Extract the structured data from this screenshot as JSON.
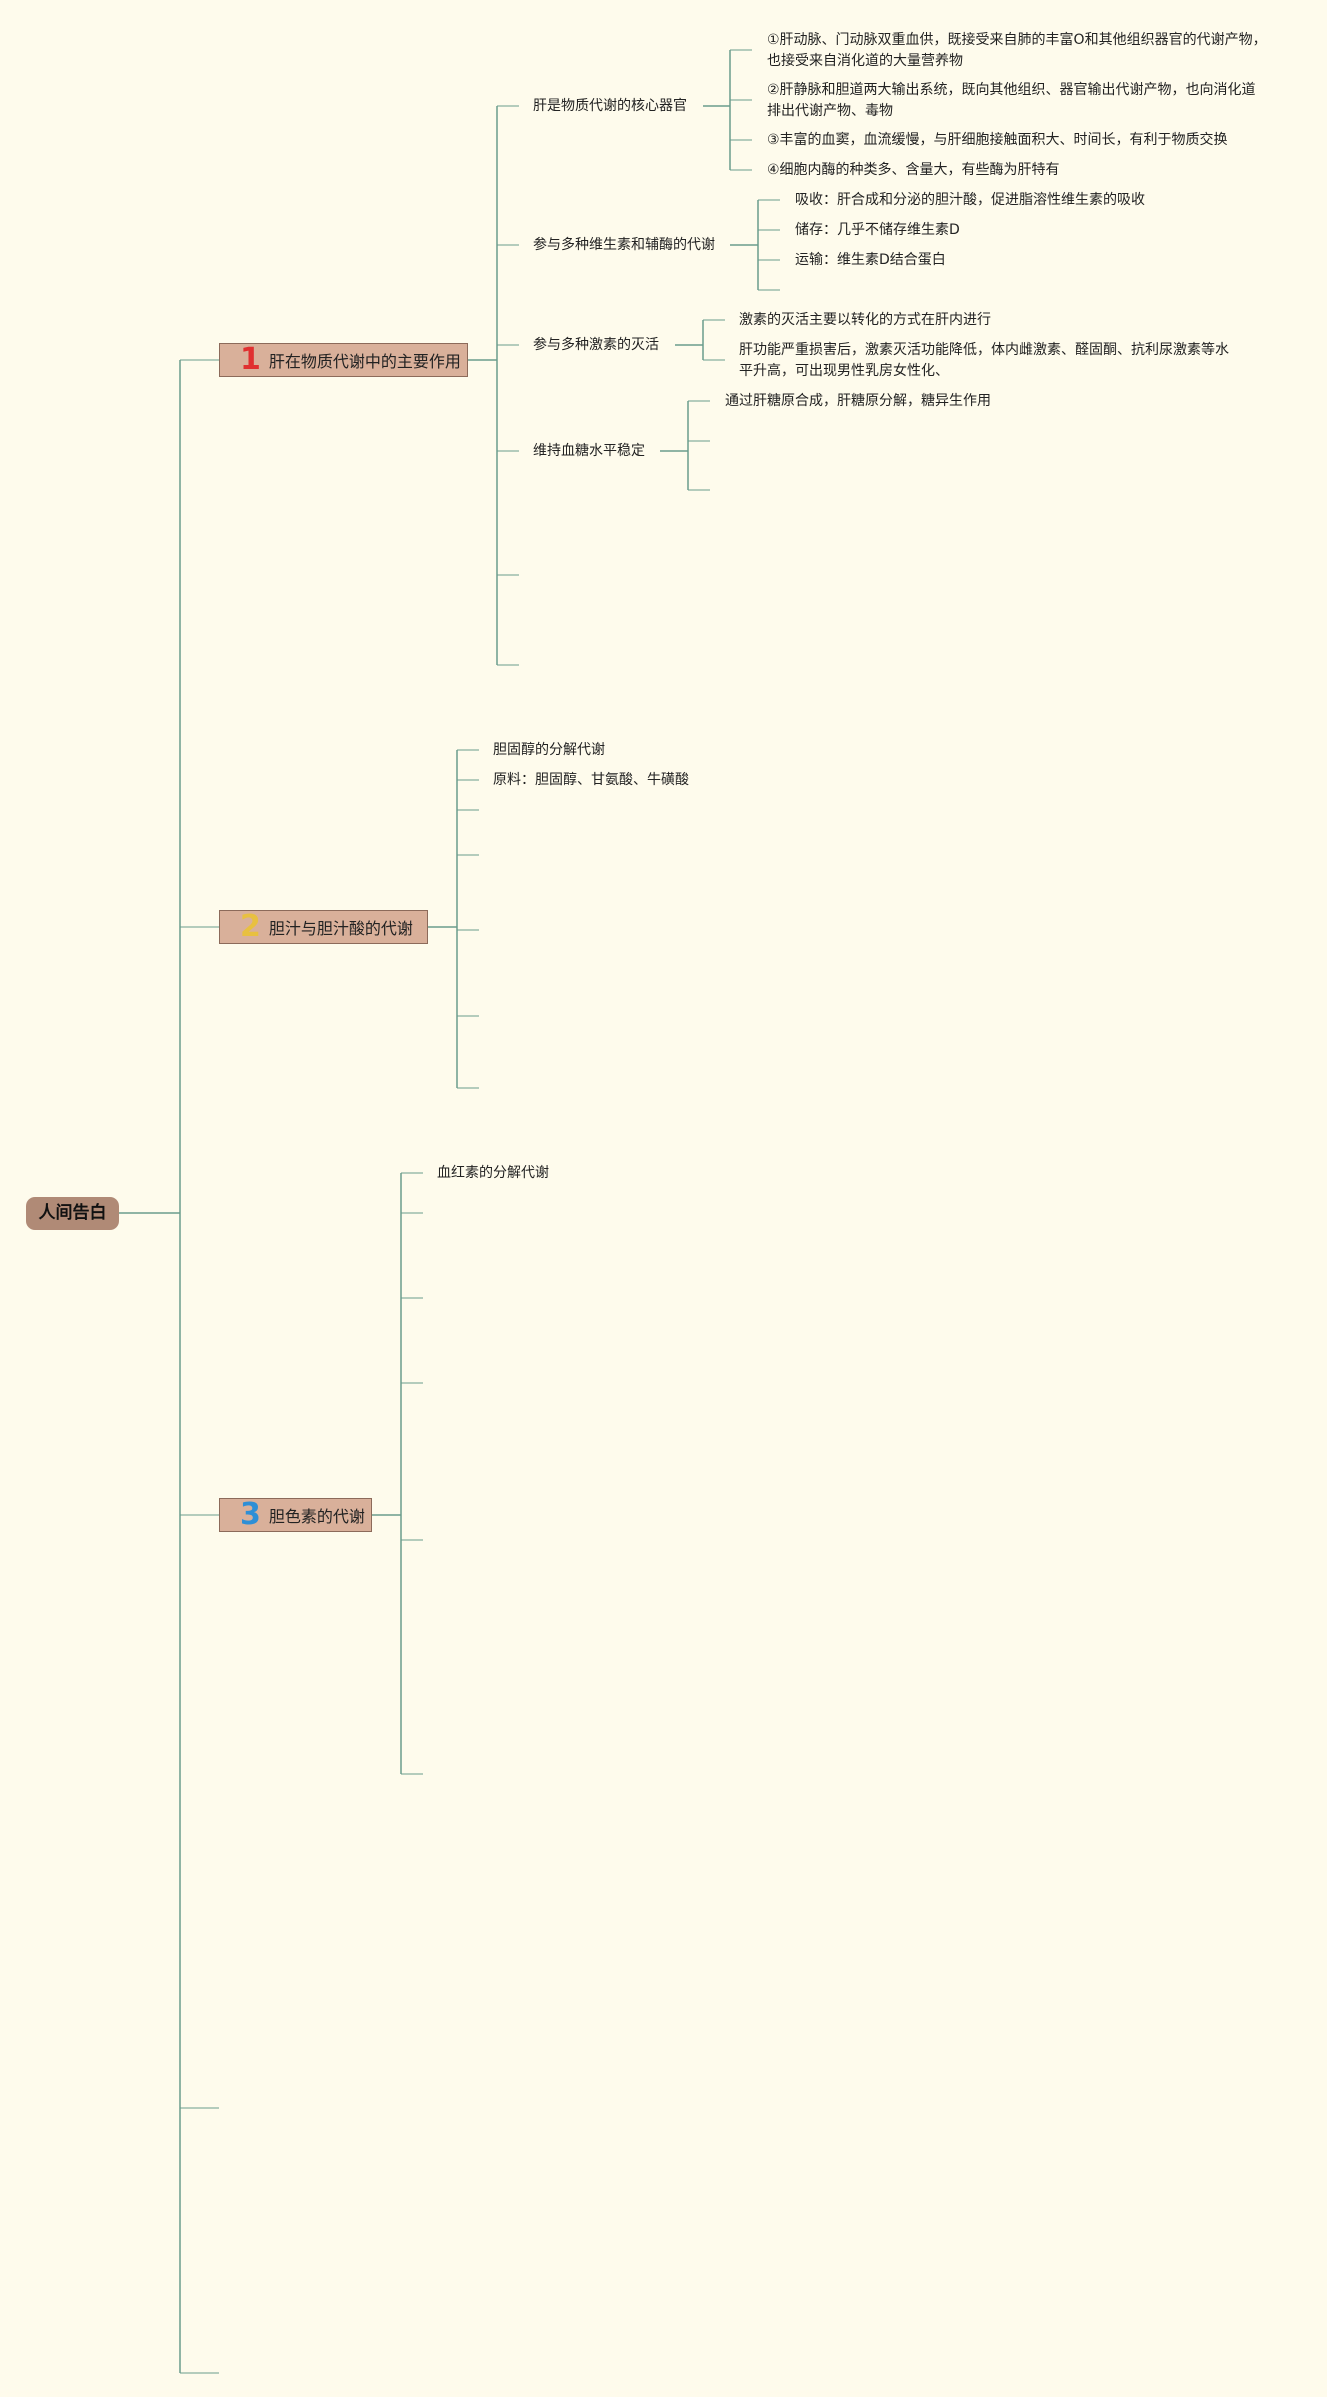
{
  "root": {
    "label": "人间告白"
  },
  "colors": {
    "line": "#6a9c8c",
    "root_fill": "#b08a76",
    "branch_fill": "#d9b09a",
    "background": "#fefbec",
    "num1": "#e03030",
    "num2": "#e8c040",
    "num3": "#2e8fd6"
  },
  "branch1": {
    "num": "1",
    "label": "肝在物质代谢中的主要作用",
    "subs": {
      "s1": {
        "label": "肝是物质代谢的核心器官",
        "items": [
          "①肝动脉、门动脉双重血供，既接受来自肺的丰富O和其他组织器官的代谢产物，也接受来自消化道的大量营养物",
          "②肝静脉和胆道两大输出系统，既向其他组织、器官输出代谢产物，也向消化道排出代谢产物、毒物",
          "③丰富的血窦，血流缓慢，与肝细胞接触面积大、时间长，有利于物质交换",
          "④细胞内酶的种类多、含量大，有些酶为肝特有"
        ]
      },
      "s2": {
        "label": "参与多种维生素和辅酶的代谢",
        "items": [
          "吸收：肝合成和分泌的胆汁酸，促进脂溶性维生素的吸收",
          "储存：几乎不储存维生素D",
          "运输：维生素D结合蛋白"
        ]
      },
      "s3": {
        "label": "参与多种激素的灭活",
        "items": [
          "激素的灭活主要以转化的方式在肝内进行",
          "肝功能严重损害后，激素灭活功能降低，体内雌激素、醛固酮、抗利尿激素等水平升高，可出现男性乳房女性化、"
        ]
      },
      "s4": {
        "label": "维持血糖水平稳定",
        "items": [
          "通过肝糖原合成，肝糖原分解，糖异生作用"
        ]
      }
    }
  },
  "branch2": {
    "num": "2",
    "label": "胆汁与胆汁酸的代谢",
    "items": [
      "胆固醇的分解代谢",
      "原料：胆固醇、甘氨酸、牛磺酸"
    ]
  },
  "branch3": {
    "num": "3",
    "label": "胆色素的代谢",
    "items": [
      "血红素的分解代谢"
    ]
  }
}
